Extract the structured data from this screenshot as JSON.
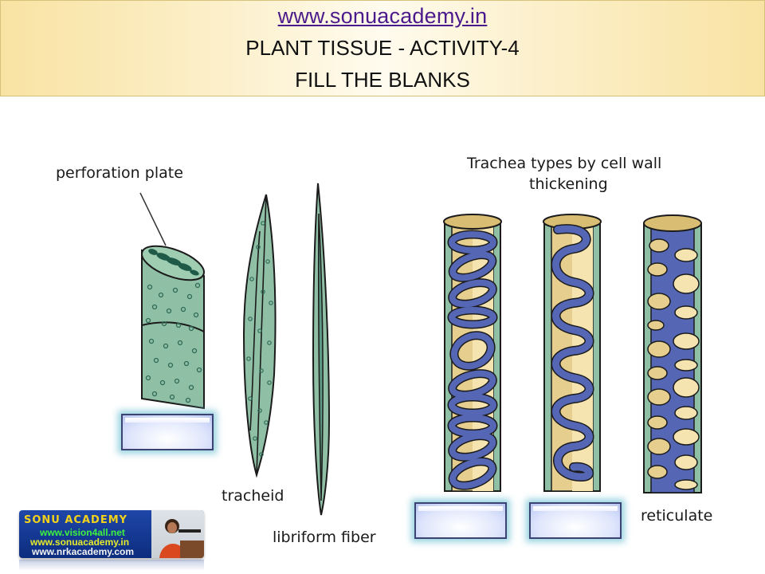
{
  "header": {
    "link": "www.sonuacademy.in",
    "title": "PLANT TISSUE - ACTIVITY-4",
    "subtitle": "FILL THE BLANKS"
  },
  "colors": {
    "header_bg": "#fcf0cc",
    "header_border": "#d6c27a",
    "link": "#4b1a8c",
    "tissue_green": "#8fbfa5",
    "tissue_dark": "#2f6b57",
    "trachea_tan": "#e6cf8e",
    "thickening_blue": "#5566b5",
    "blank_glow": "#76c4d6"
  },
  "diagram": {
    "left_labels": {
      "perforation_plate": "perforation plate",
      "tracheid": "tracheid",
      "libriform_fiber": "libriform fiber"
    },
    "right_title_line1": "Trachea types by cell wall",
    "right_title_line2": "thickening",
    "right_labels": {
      "reticulate": "reticulate"
    },
    "blanks": [
      {
        "id": "vessel-blank",
        "value": ""
      },
      {
        "id": "annular-blank",
        "value": ""
      },
      {
        "id": "spiral-blank",
        "value": ""
      }
    ]
  },
  "logo": {
    "line1": "SONU ACADEMY",
    "line2": "www.vision4all.net",
    "line3": "www.sonuacademy.in",
    "line4": "www.nrkacademy.com"
  }
}
